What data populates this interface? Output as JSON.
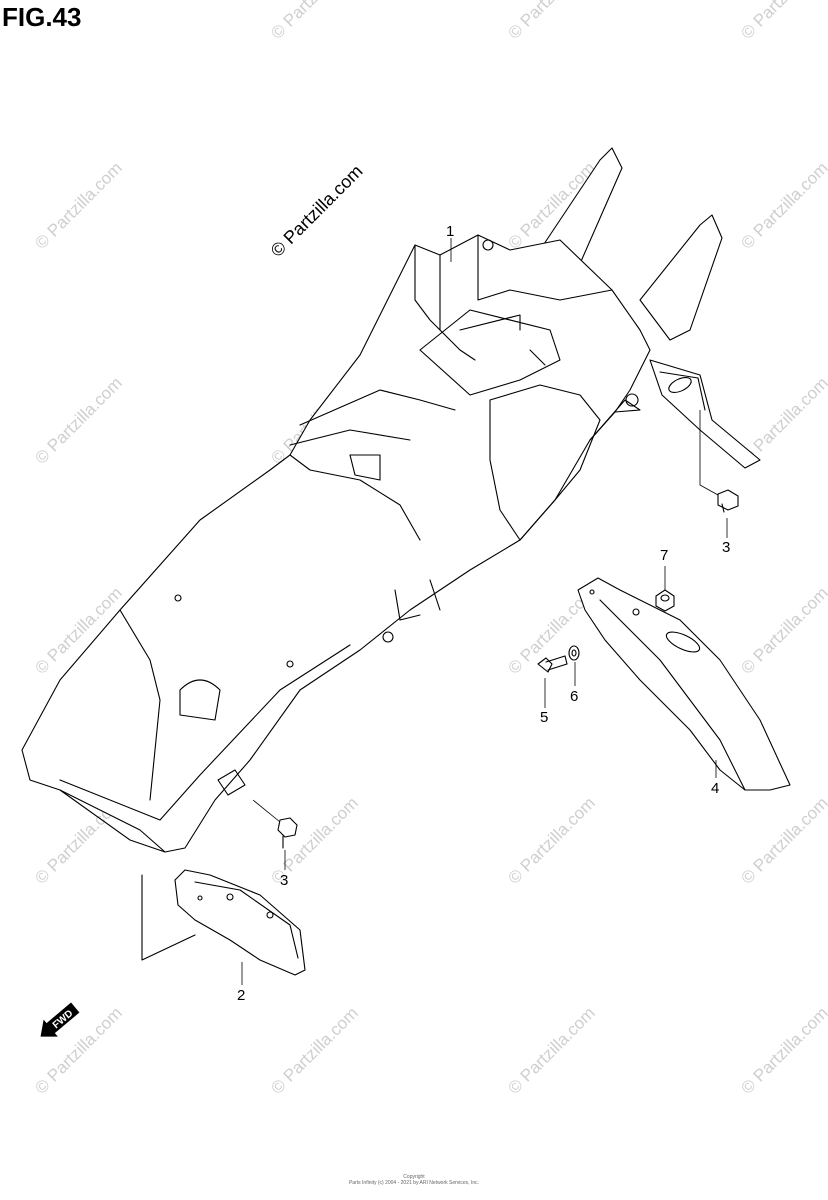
{
  "figure": {
    "title": "FIG.43",
    "watermark_text": "© Partzilla.com",
    "fwd_label": "FWD",
    "copyright_line1": "Copyright",
    "copyright_line2": "Parts Infinity (c) 2004 - 2021 by ARI Network Services, Inc."
  },
  "callouts": [
    {
      "id": "1",
      "label": "1"
    },
    {
      "id": "2",
      "label": "2"
    },
    {
      "id": "3a",
      "label": "3"
    },
    {
      "id": "3b",
      "label": "3"
    },
    {
      "id": "4",
      "label": "4"
    },
    {
      "id": "5",
      "label": "5"
    },
    {
      "id": "6",
      "label": "6"
    },
    {
      "id": "7",
      "label": "7"
    }
  ],
  "colors": {
    "line": "#000000",
    "watermark": "#cfcfcf",
    "background": "#ffffff"
  }
}
